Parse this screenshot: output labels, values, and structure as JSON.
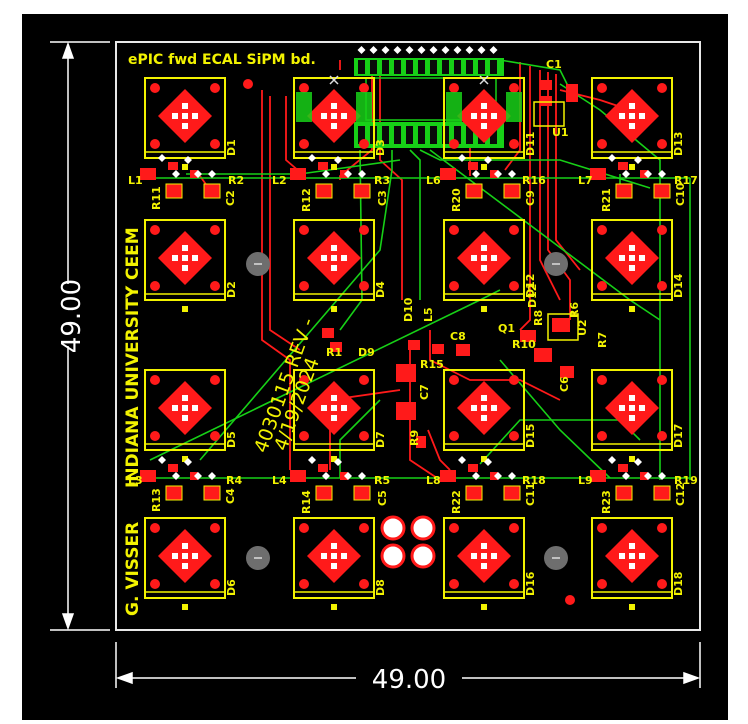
{
  "dimensions": {
    "height": "49.00",
    "width": "49.00"
  },
  "board_title": "ePIC fwd ECAL SiPM bd.",
  "vertical_texts": {
    "org": "INDIANA UNIVERSITY CEEM",
    "author": "G. VISSER",
    "revision": "4030115 REV -",
    "date": "4/19/2024"
  },
  "sipms": [
    {
      "label": "D1"
    },
    {
      "label": "D3"
    },
    {
      "label": "D11"
    },
    {
      "label": "D13"
    },
    {
      "label": "D2"
    },
    {
      "label": "D4"
    },
    {
      "label": "D12"
    },
    {
      "label": "D14"
    },
    {
      "label": "D5"
    },
    {
      "label": "D7"
    },
    {
      "label": "D15"
    },
    {
      "label": "D17"
    },
    {
      "label": "D6"
    },
    {
      "label": "D8"
    },
    {
      "label": "D16"
    },
    {
      "label": "D18"
    }
  ],
  "refdes": [
    {
      "text": "L1"
    },
    {
      "text": "R2"
    },
    {
      "text": "R11"
    },
    {
      "text": "C2"
    },
    {
      "text": "L2"
    },
    {
      "text": "R3"
    },
    {
      "text": "R12"
    },
    {
      "text": "C3"
    },
    {
      "text": "L6"
    },
    {
      "text": "R16"
    },
    {
      "text": "R20"
    },
    {
      "text": "C9"
    },
    {
      "text": "L7"
    },
    {
      "text": "R17"
    },
    {
      "text": "R21"
    },
    {
      "text": "C10"
    },
    {
      "text": "L3"
    },
    {
      "text": "R4"
    },
    {
      "text": "R13"
    },
    {
      "text": "C4"
    },
    {
      "text": "L4"
    },
    {
      "text": "R5"
    },
    {
      "text": "R14"
    },
    {
      "text": "C5"
    },
    {
      "text": "L8"
    },
    {
      "text": "R18"
    },
    {
      "text": "R22"
    },
    {
      "text": "C11"
    },
    {
      "text": "L9"
    },
    {
      "text": "R19"
    },
    {
      "text": "R23"
    },
    {
      "text": "C12"
    },
    {
      "text": "C1"
    },
    {
      "text": "U1"
    },
    {
      "text": "D10"
    },
    {
      "text": "L5"
    },
    {
      "text": "C8"
    },
    {
      "text": "Q1"
    },
    {
      "text": "R1"
    },
    {
      "text": "D9"
    },
    {
      "text": "R15"
    },
    {
      "text": "C7"
    },
    {
      "text": "R9"
    },
    {
      "text": "R10"
    },
    {
      "text": "R8"
    },
    {
      "text": "U2"
    },
    {
      "text": "R6"
    },
    {
      "text": "R7"
    },
    {
      "text": "C6"
    },
    {
      "text": "D12"
    }
  ],
  "colors": {
    "background": "#000000",
    "outline": "#e8e8e8",
    "silkscreen": "#f2f200",
    "copper": "#ff1a1a",
    "route": "#17d017",
    "dimension": "#ffffff"
  }
}
